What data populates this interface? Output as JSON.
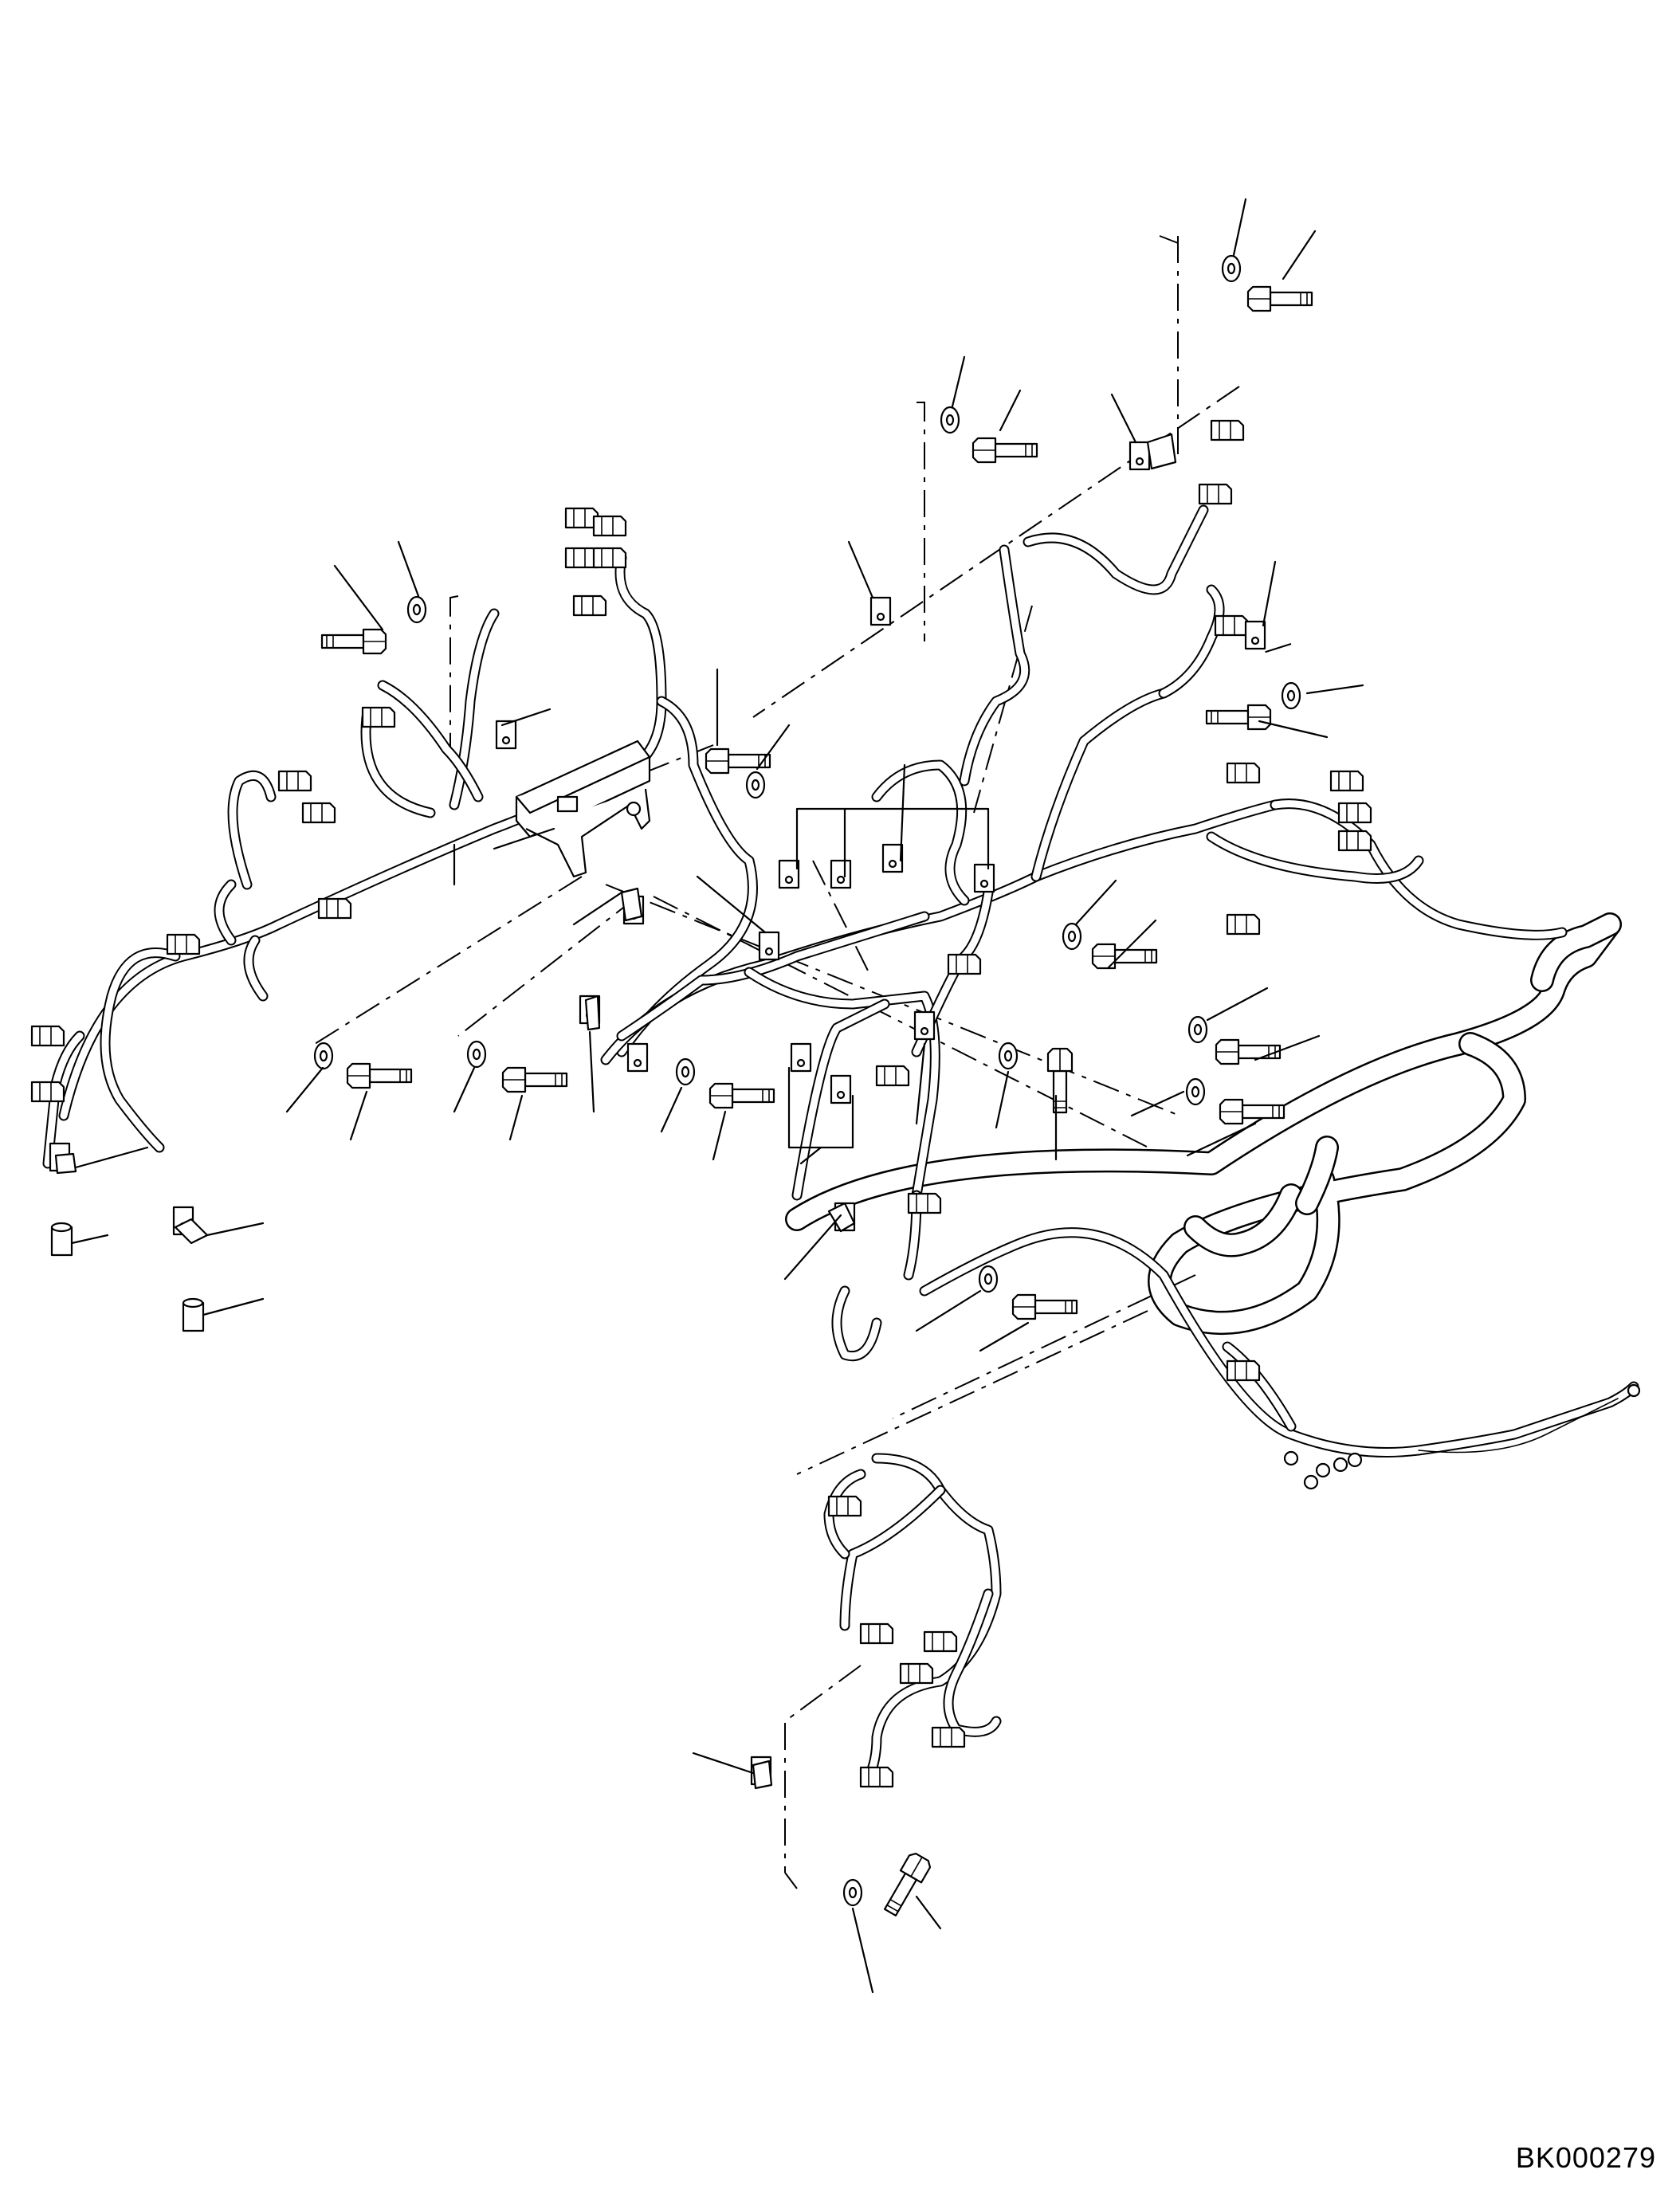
{
  "drawing_code": "BK000279",
  "colors": {
    "line": "#000000",
    "background": "#ffffff"
  },
  "parts": [
    "bolt",
    "washer",
    "clamp",
    "connector",
    "spacer",
    "bracket",
    "wiring-harness",
    "relay-box",
    "terminal"
  ]
}
